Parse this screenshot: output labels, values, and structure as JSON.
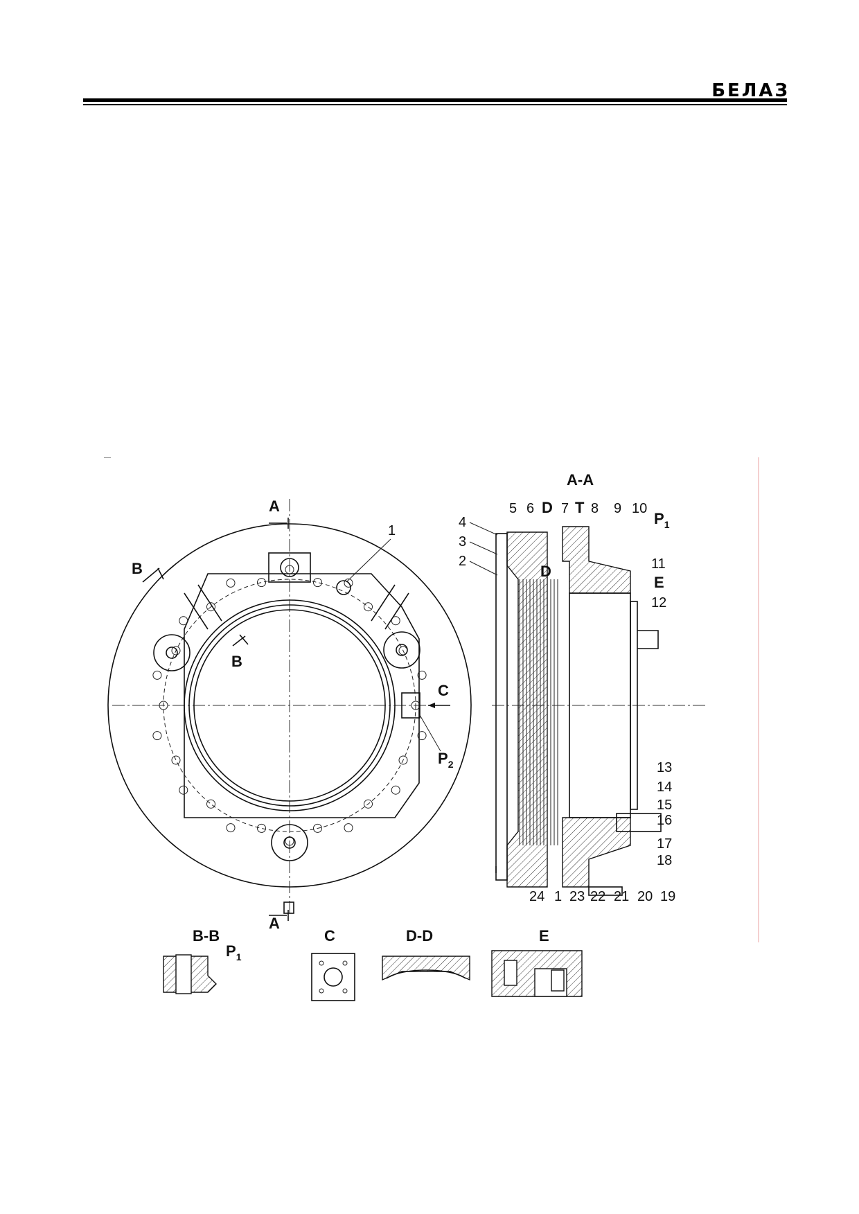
{
  "header": {
    "logo": "БЕЛАЗ"
  },
  "drawing": {
    "section_labels": {
      "aa": "A-A",
      "bb": "B-B",
      "c": "C",
      "dd": "D-D",
      "e": "E"
    },
    "cut_marks": {
      "a": "A",
      "b": "B",
      "c": "C",
      "d": "D",
      "t": "T",
      "e": "E"
    },
    "pressure_ports": {
      "p": "P",
      "p1_sub": "1",
      "p2_sub": "2"
    },
    "callouts": [
      "1",
      "2",
      "3",
      "4",
      "5",
      "6",
      "7",
      "8",
      "9",
      "10",
      "11",
      "12",
      "13",
      "14",
      "15",
      "16",
      "17",
      "18",
      "19",
      "20",
      "21",
      "22",
      "23",
      "24"
    ]
  }
}
